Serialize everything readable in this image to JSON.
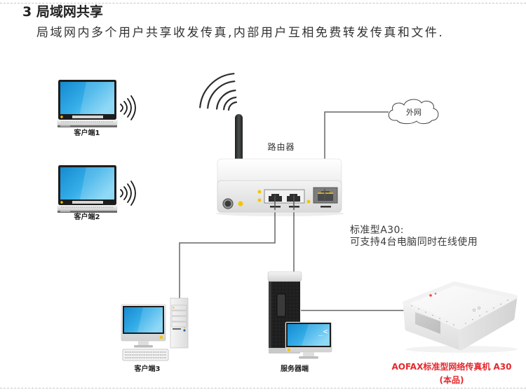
{
  "header": {
    "title": "3 局域网共享",
    "description": "局域网内多个用户共享收发传真,内部用户互相免费转发传真和文件."
  },
  "diagram": {
    "clients": [
      {
        "label": "客户端1",
        "type": "laptop",
        "connection": "wireless"
      },
      {
        "label": "客户端2",
        "type": "laptop",
        "connection": "wireless"
      },
      {
        "label": "客户端3",
        "type": "desktop",
        "connection": "wired"
      }
    ],
    "router": {
      "label": "路由器"
    },
    "internet": {
      "label": "外网"
    },
    "server": {
      "label": "服务器端",
      "screen_text": "_<"
    },
    "note": {
      "line1": "标准型A30:",
      "line2": "可支持4台电脑同时在线使用"
    },
    "product": {
      "name": "AOFAX标准型网络传真机 A30",
      "note": "(本品)"
    }
  },
  "icons": {
    "wifi": "wifi-signal-icon",
    "wireless": "wireless-signal-icon",
    "cloud": "cloud-icon"
  },
  "colors": {
    "accent": "#e4282e",
    "line": "#666666",
    "screen": "#2ea7e3",
    "led": "#f5c400"
  }
}
